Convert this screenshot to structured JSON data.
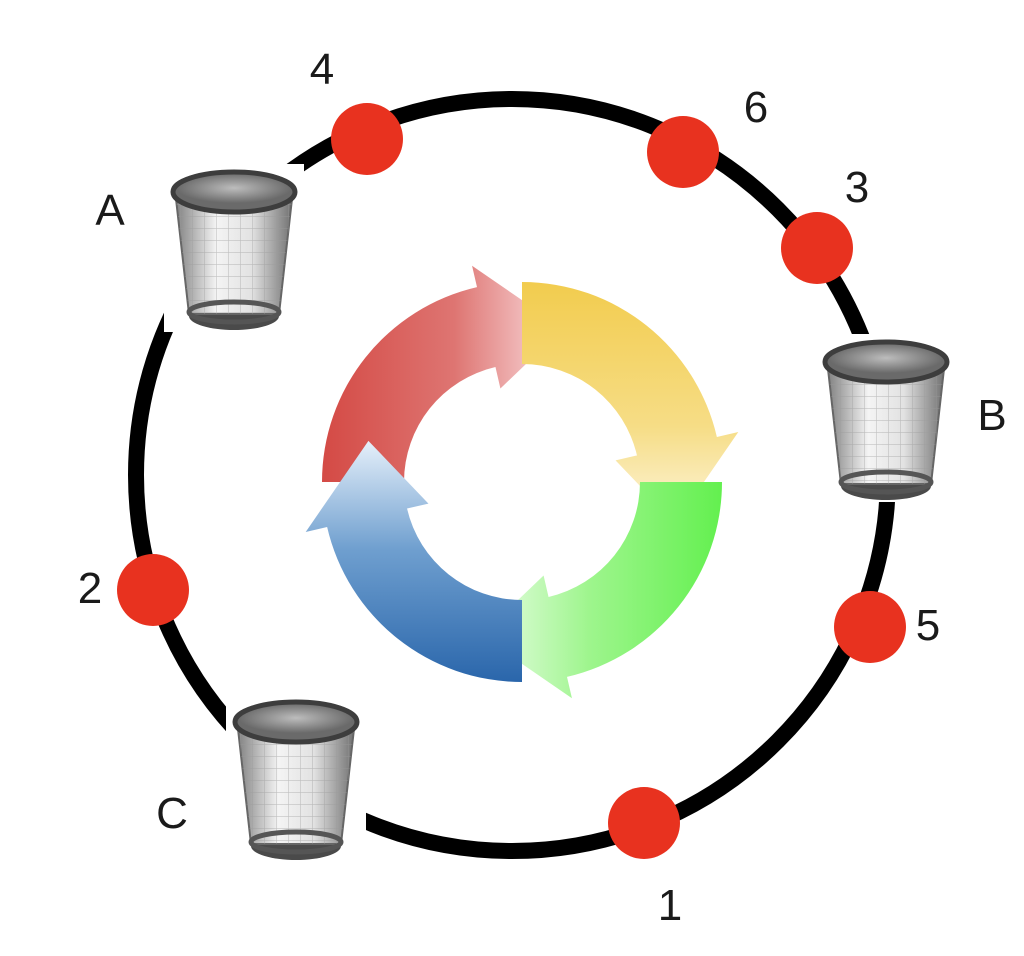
{
  "nodes": [
    {
      "id": "A",
      "label": "A",
      "kind": "bin"
    },
    {
      "id": "B",
      "label": "B",
      "kind": "bin"
    },
    {
      "id": "C",
      "label": "C",
      "kind": "bin"
    },
    {
      "id": "4",
      "label": "4",
      "kind": "dot"
    },
    {
      "id": "6",
      "label": "6",
      "kind": "dot"
    },
    {
      "id": "3",
      "label": "3",
      "kind": "dot"
    },
    {
      "id": "5",
      "label": "5",
      "kind": "dot"
    },
    {
      "id": "1",
      "label": "1",
      "kind": "dot"
    },
    {
      "id": "2",
      "label": "2",
      "kind": "dot"
    }
  ],
  "icons": {
    "bin": "trash-can-icon",
    "cycle": "cycle-arrows-icon"
  },
  "colors": {
    "ring": "#000000",
    "dot": "#e8321f",
    "arrow_red": "#d9534f",
    "arrow_yellow": "#f2cf55",
    "arrow_green": "#6ef25a",
    "arrow_blue": "#2f6fb3"
  }
}
